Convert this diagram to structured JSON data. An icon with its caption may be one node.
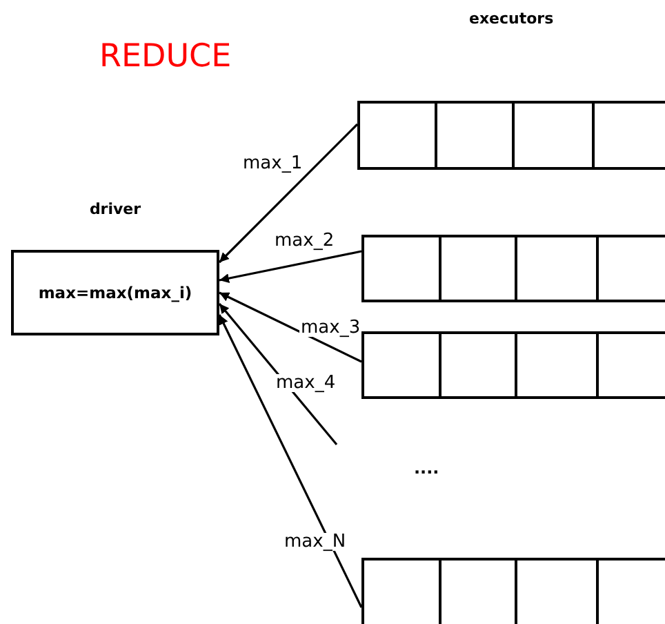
{
  "diagram": {
    "title": "REDUCE",
    "nodes": [
      {
        "text": [
          "driver",
          "max=max(max_i)"
        ]
      },
      {
        "text": [],
        "shape": "box"
      },
      {
        "text": [],
        "shape": "box"
      },
      {
        "text": [],
        "shape": "box"
      },
      {
        "text": [],
        "shape": "box"
      }
    ],
    "edges": [
      {
        "from": 1,
        "to": 0,
        "arrow": "to",
        "label": "max_1"
      },
      {
        "from": 2,
        "to": 0,
        "arrow": "to",
        "label": "max_2"
      },
      {
        "from": 3,
        "to": 0,
        "arrow": "to",
        "label": "max_3"
      },
      {
        "from": null,
        "to": 0,
        "arrow": "to",
        "label": "max_4"
      },
      {
        "from": 4,
        "to": 0,
        "arrow": "to",
        "label": "max_N"
      }
    ],
    "labels": [
      "executors",
      "...."
    ]
  }
}
